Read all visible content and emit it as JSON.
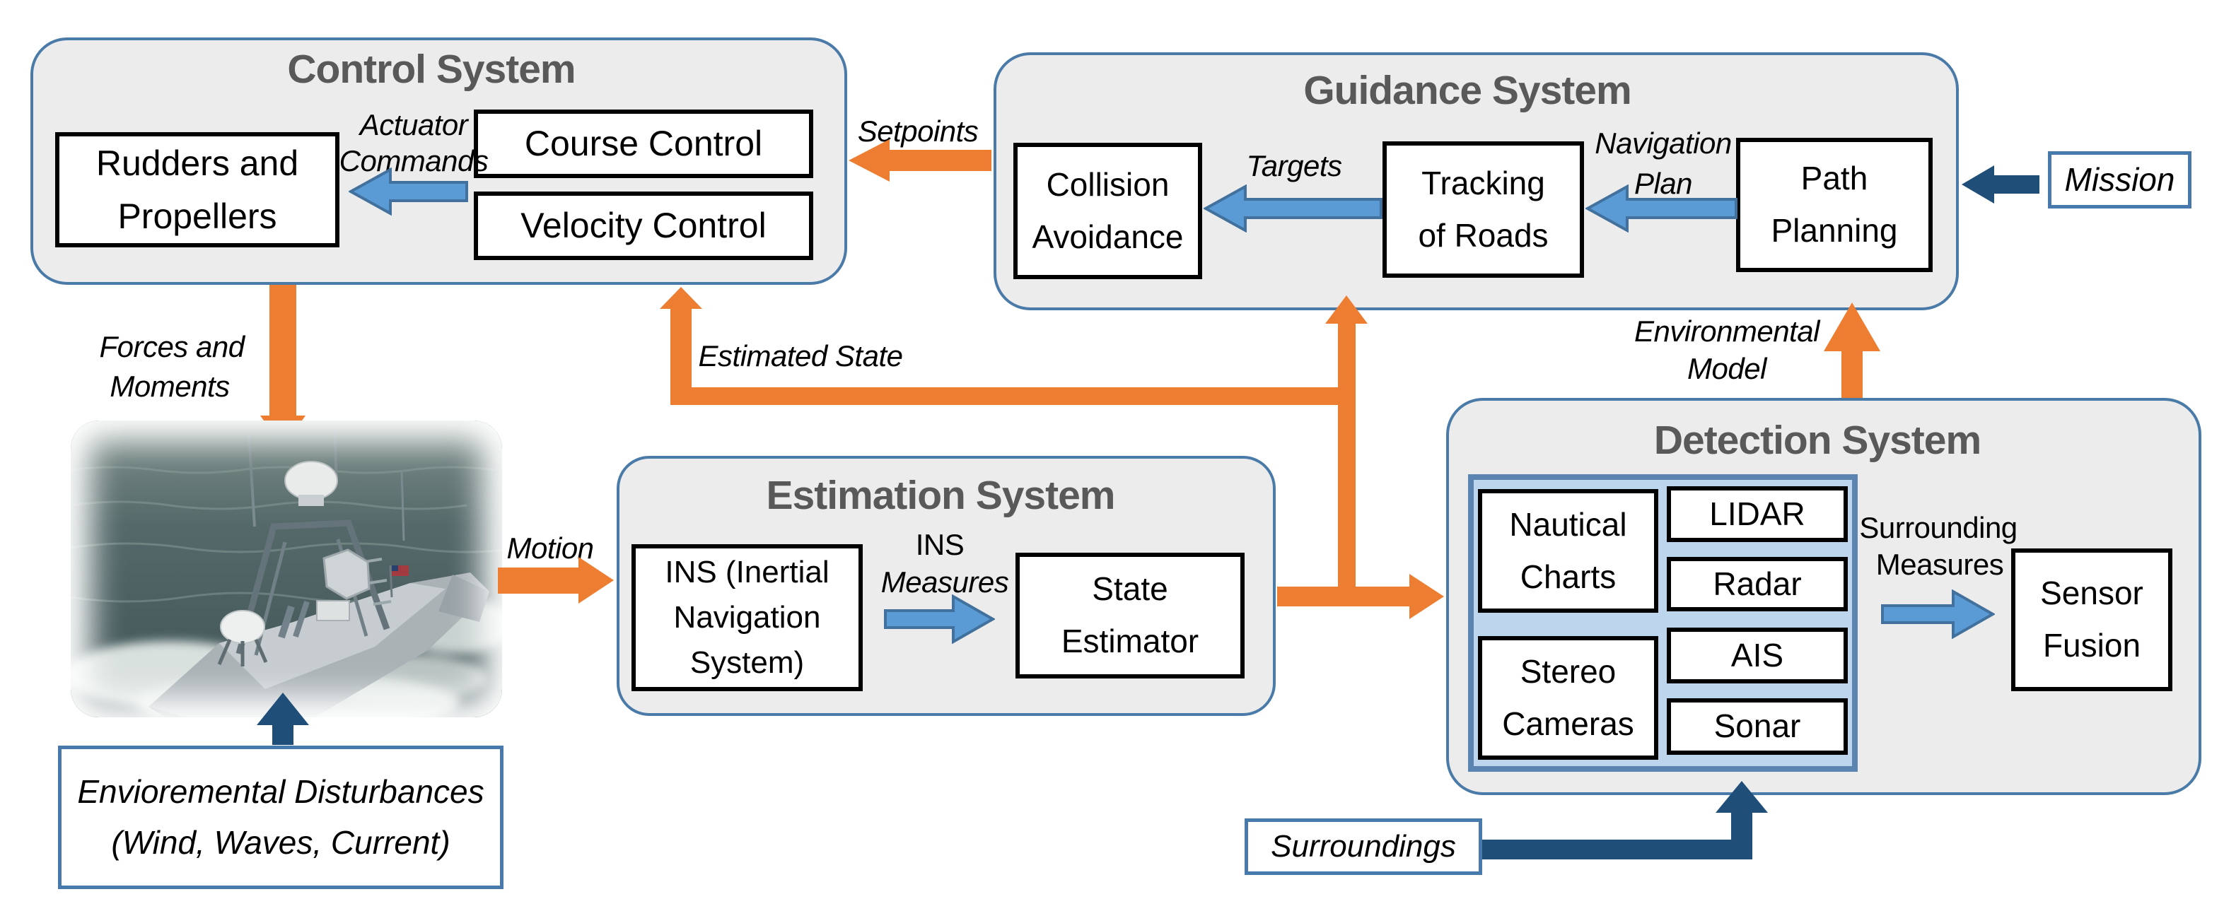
{
  "colors": {
    "orange": "#ED7D31",
    "blue_arrow_fill": "#5B9BD5",
    "blue_arrow_border": "#41719C",
    "navy": "#1F4E79",
    "system_fill": "#ECECEC",
    "system_border": "#4A7BA8",
    "panel_fill": "#BDD6EE",
    "panel_border": "#5B85B0",
    "title_gray": "#595959",
    "box_border": "#000000"
  },
  "systems": {
    "control": {
      "title": "Control System",
      "boxes": {
        "rudders": [
          "Rudders and",
          "Propellers"
        ],
        "course": "Course Control",
        "velocity": "Velocity Control"
      },
      "labels": {
        "actuator": [
          "Actuator",
          "Commands"
        ]
      }
    },
    "guidance": {
      "title": "Guidance System",
      "boxes": {
        "collision": [
          "Collision",
          "Avoidance"
        ],
        "tracking": [
          "Tracking",
          "of Roads"
        ],
        "path": [
          "Path",
          "Planning"
        ]
      },
      "labels": {
        "targets": "Targets",
        "navigation_plan": [
          "Navigation",
          "Plan"
        ]
      }
    },
    "estimation": {
      "title": "Estimation System",
      "boxes": {
        "ins": [
          "INS (Inertial",
          "Navigation",
          "System)"
        ],
        "state_estimator": [
          "State",
          "Estimator"
        ]
      },
      "labels": {
        "ins_measures": [
          "INS",
          "Measures"
        ]
      }
    },
    "detection": {
      "title": "Detection System",
      "boxes": {
        "nautical": [
          "Nautical",
          "Charts"
        ],
        "stereo": [
          "Stereo",
          "Cameras"
        ],
        "lidar": "LIDAR",
        "radar": "Radar",
        "ais": "AIS",
        "sonar": "Sonar",
        "sensor_fusion": [
          "Sensor",
          "Fusion"
        ]
      },
      "labels": {
        "surrounding_measures": [
          "Surrounding",
          "Measures"
        ]
      }
    }
  },
  "external": {
    "mission": "Mission",
    "surroundings": "Surroundings",
    "environmental_disturbances": [
      "Envioremental Disturbances",
      "(Wind, Waves, Current)"
    ]
  },
  "flow_labels": {
    "setpoints": "Setpoints",
    "estimated_state": "Estimated State",
    "forces_moments": [
      "Forces and",
      "Moments"
    ],
    "motion": "Motion",
    "environmental_model": [
      "Environmental",
      "Model"
    ]
  }
}
